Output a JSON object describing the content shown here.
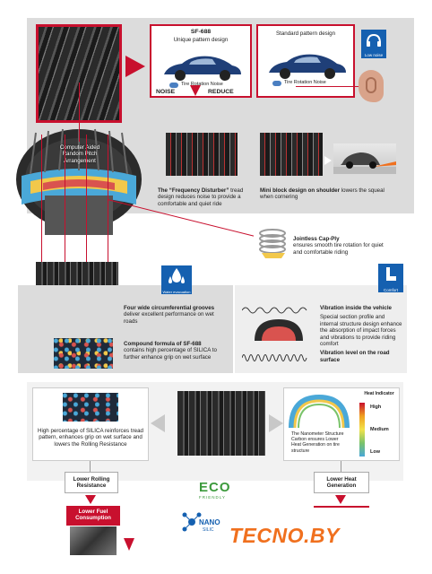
{
  "top": {
    "sf688_title": "SF-688",
    "sf688_sub": "Unique pattern design",
    "standard_title": "Standard pattern design",
    "rotation_noise_1": "Tire Rotation Noise",
    "rotation_noise_2": "Tire Rotation Noise",
    "noise_label": "NOISE",
    "reduce_label": "REDUCE",
    "low_noise": "Low noise"
  },
  "tire_label": {
    "line1": "Computer Aided",
    "line2": "Random Pitch",
    "line3": "Arrangement"
  },
  "freq": {
    "title": "The “Frequency Disturber”",
    "text": "tread design reduces noise  to provide a comfortable and quiet ride"
  },
  "miniblock": {
    "title": "Mini block design on shoulder",
    "text": "lowers the squeal when cornering"
  },
  "capply": {
    "title": "Jointless Cap-Ply",
    "text": "ensures smooth tire rotation for quiet and comfortable riding"
  },
  "water": {
    "icon_label": "Water evacuation",
    "grooves_title": "Four wide circumferential grooves",
    "grooves_text": "deliver excellent performance on wet roads",
    "compound_title": "Compound formula of SF-688",
    "compound_text": "contains high percentage of SILICA to further enhance grip on wet surface"
  },
  "comfort": {
    "icon_label": "Comfort",
    "vib_title": "Vibration inside the vehicle",
    "vib_text": "Special section profile and internal structure design enhance the absorption of impact forces and vibrations to provide riding comfort",
    "road_title": "Vibration level on the road surface"
  },
  "bottom": {
    "silica_text": "High percentage of SILICA reinforces tread pattern, enhances grip on wet surface and lowers the Rolling Resistance",
    "heat_indicator": "Heat Indicator",
    "heat_high": "High",
    "heat_medium": "Medium",
    "heat_low": "Low",
    "nano_text": "The Nanometer Structure Carbon ensures Lower Heat Generation on tire structure",
    "lower_rolling": "Lower Rolling Resistance",
    "lower_heat": "Lower Heat Generation",
    "lower_fuel": "Lower Fuel Consumption",
    "eco_word": "ECO",
    "eco_friendly": "FRIENDLY",
    "nano_word": "NANO",
    "nano_silic": "SILIC",
    "brand": "TECNO.BY"
  },
  "colors": {
    "accent_red": "#c8102e",
    "panel_gray": "#dcdcdc",
    "icon_blue": "#1560b0",
    "brand_orange": "#f0701e"
  }
}
